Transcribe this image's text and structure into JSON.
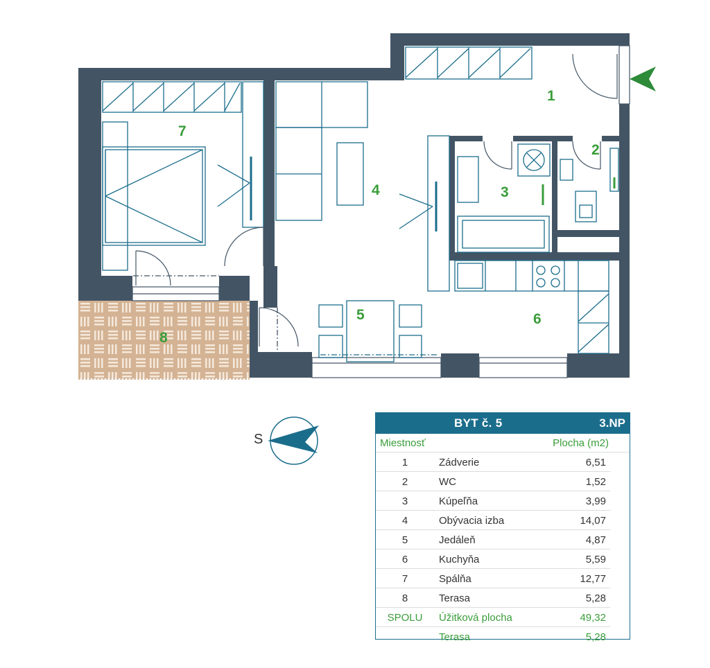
{
  "plan": {
    "rooms": [
      {
        "id": "1",
        "label": "1"
      },
      {
        "id": "2",
        "label": "2"
      },
      {
        "id": "3",
        "label": "3"
      },
      {
        "id": "4",
        "label": "4"
      },
      {
        "id": "5",
        "label": "5"
      },
      {
        "id": "6",
        "label": "6"
      },
      {
        "id": "7",
        "label": "7"
      },
      {
        "id": "8",
        "label": "8"
      }
    ],
    "colors": {
      "wall": "#435565",
      "furniture": "#1b6d8c",
      "room_label": "#3a9d3a",
      "terrace_fill": "#d4b394",
      "terrace_tile": "#f5e9dc",
      "entrance_arrow": "#2e8b3a"
    },
    "icons": [
      "entrance-arrow-icon",
      "compass-icon"
    ]
  },
  "compass": {
    "letter": "S"
  },
  "table": {
    "title": "BYT č. 5",
    "floor": "3.NP",
    "col_room": "Miestnosť",
    "col_area": "Plocha (m2)",
    "rows": [
      {
        "num": "1",
        "name": "Zádverie",
        "area": "6,51"
      },
      {
        "num": "2",
        "name": "WC",
        "area": "1,52"
      },
      {
        "num": "3",
        "name": "Kúpeľňa",
        "area": "3,99"
      },
      {
        "num": "4",
        "name": "Obývacia izba",
        "area": "14,07"
      },
      {
        "num": "5",
        "name": "Jedáleň",
        "area": "4,87"
      },
      {
        "num": "6",
        "name": "Kuchyňa",
        "area": "5,59"
      },
      {
        "num": "7",
        "name": "Spálňa",
        "area": "12,77"
      },
      {
        "num": "8",
        "name": "Terasa",
        "area": "5,28"
      },
      {
        "num": "SPOLU",
        "name": "Úžitková plocha",
        "area": "49,32"
      },
      {
        "num": "",
        "name": "Terasa",
        "area": "5,28"
      }
    ]
  }
}
